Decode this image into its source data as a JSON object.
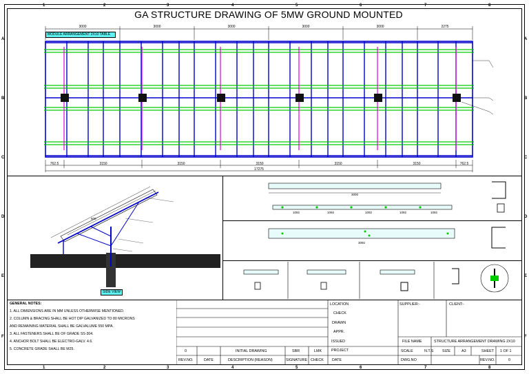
{
  "title": "GA STRUCTURE DRAWING OF 5MW GROUND MOUNTED",
  "module_arrangement_label": "MODULE ARRANGEMENT  2X10 TABLE",
  "side_view_label": "SIDE VIEW",
  "top_ticks": [
    "1",
    "2",
    "3",
    "4",
    "5",
    "6",
    "7",
    "8"
  ],
  "side_ticks": [
    "A",
    "B",
    "C",
    "D",
    "E",
    "F"
  ],
  "plan_top_dims": [
    "3000",
    "3000",
    "3000",
    "3000",
    "3000",
    "2275"
  ],
  "plan_bottom_dims": [
    "762.5",
    "3150",
    "3150",
    "3150",
    "3150",
    "3150",
    "762.5"
  ],
  "plan_total": "17275",
  "purlin1_dim": "3000",
  "purlin2_dims": [
    "1092",
    "1092",
    "1092",
    "1092",
    "1092"
  ],
  "rafter_dim": "3092",
  "brace_dims": [
    "600"
  ],
  "general_notes_title": "GENERAL NOTES:",
  "general_notes": [
    "1.  ALL DIMENSIONS ARE IN MM UNLESS OTHERWISE MENTIONED.",
    "2.  COLUMN & BRACING SHALL BE HOT DIP GALVANIZED TO 80 MICRONS",
    "     AND REMAINING MATERIAL SHALL BE GALVALUME 550 MPA.",
    "3.  ALL FASTENERS SHALL BE OF GRADE SS-304.",
    "4.  ANCHOR BOLT SHALL BE ELECTRO-GALV. 4.6.",
    "5.  CONCRETE GRADE SHALL BE M25."
  ],
  "title_block": {
    "location": "LOCATION",
    "check": "CHECK",
    "drawn": "DRAWN",
    "appr": "APPR.",
    "issued": "ISSUED",
    "project": "PROJECT",
    "date": "DATE",
    "supplier": "SUPPLIER:-",
    "client": "CLIENT:-",
    "file_name_label": "FILE NAME",
    "file_name": "STRUCTURE ARRANGEMENT DRAWING  2X10",
    "scale_label": "SCALE",
    "scale": "N.T.S",
    "size_label": "SIZE",
    "size": "A3",
    "sheet_label": "SHEET",
    "sheet": "1 OF 1",
    "dwg_no_label": "DWG.NO",
    "rev_no_label": "REV.NO.",
    "rev_no": "0",
    "rev_row": {
      "rev": "0",
      "date": "",
      "description": "INITIAL DRAWING",
      "signature": "SBR",
      "check": "LMK"
    },
    "header": {
      "rev": "REV.NO.",
      "date": "DATE",
      "description": "DESCRIPTION (REASON)",
      "signature": "SIGNATURE",
      "check": "CHECK"
    }
  }
}
